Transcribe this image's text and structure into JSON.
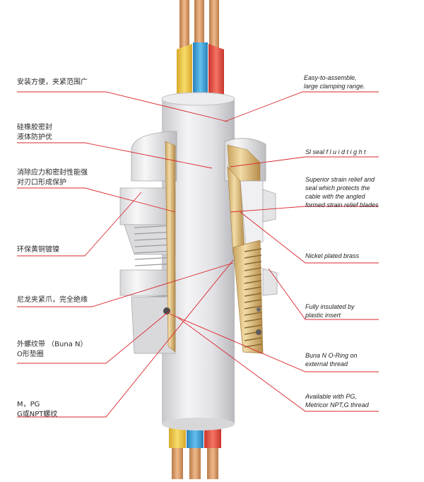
{
  "left_labels": [
    {
      "lines": [
        "安装方便，夹紧范围广"
      ]
    },
    {
      "lines": [
        "硅橡胶密封",
        "液体防护优"
      ]
    },
    {
      "lines": [
        "消除应力和密封性能强",
        "对刃口形成保护"
      ]
    },
    {
      "lines": [
        "环保黄铜镀镍"
      ]
    },
    {
      "lines": [
        "尼龙夹紧爪，完全绝缘"
      ]
    },
    {
      "lines": [
        "外螺纹带 （Buna N）",
        "O形垫圈"
      ]
    },
    {
      "lines": [
        "M，PG",
        "G或NPT螺纹"
      ]
    }
  ],
  "right_labels": [
    {
      "lines": [
        "Easy-to-assemble,",
        "large clamping range."
      ]
    },
    {
      "lines": [
        "Sl seal f l u i d t i g h t"
      ]
    },
    {
      "lines": [
        "Superior strain relief and",
        "seal  which protects the",
        "cable with the angled",
        "formed strain relief blades"
      ]
    },
    {
      "lines": [
        "Nickel plated brass"
      ]
    },
    {
      "lines": [
        "Fully insulated by",
        "plastic insert"
      ]
    },
    {
      "lines": [
        "Buna N O-Ring on",
        "external thread"
      ]
    },
    {
      "lines": [
        "Available with PG,",
        "Metricor NPT,G thread"
      ]
    }
  ],
  "colors": {
    "leader": "#d9272e",
    "brass": "#e7c98a",
    "brass_dark": "#b08a4c",
    "body_light": "#eeeeef",
    "body_shade": "#c9c9cc",
    "wire_yellow": "#f2c94c",
    "wire_blue": "#3aa0d8",
    "wire_red": "#e8483c",
    "copper": "#d69a66"
  }
}
